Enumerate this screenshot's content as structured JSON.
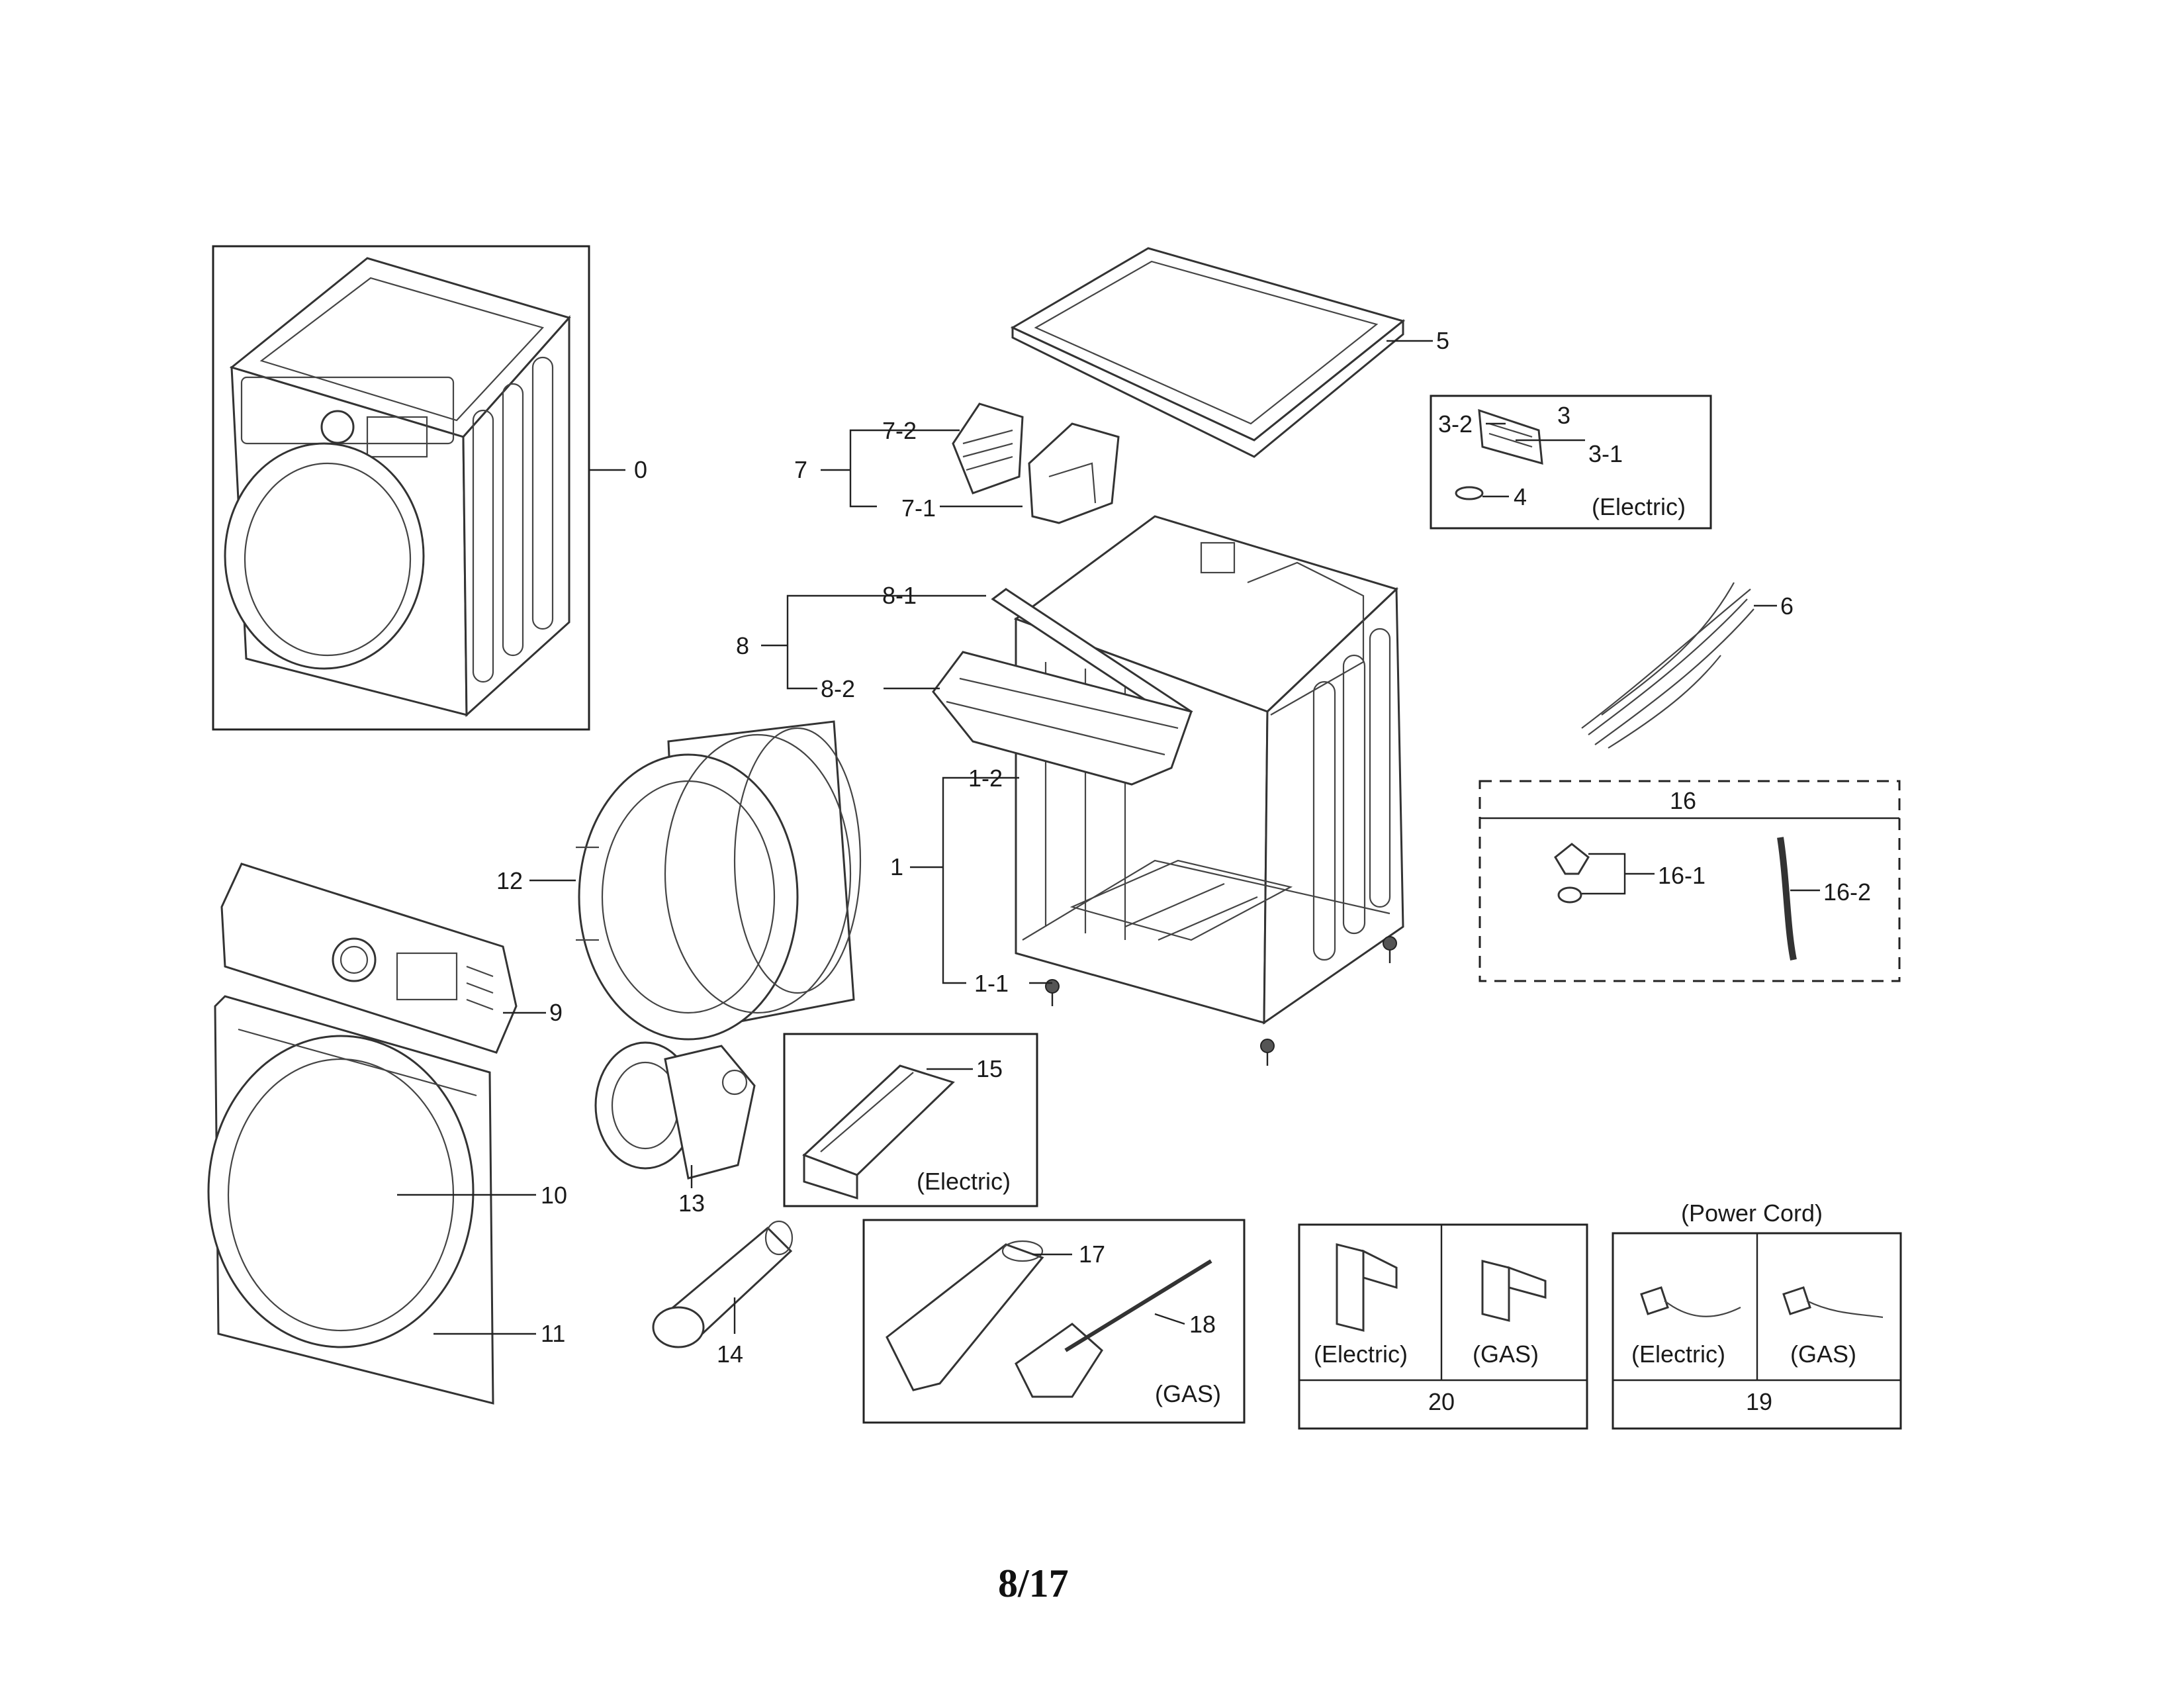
{
  "page": {
    "number": "8/17"
  },
  "colors": {
    "ink": "#222222",
    "background": "#ffffff"
  },
  "callouts": {
    "c0": "0",
    "c1": "1",
    "c1_1": "1-1",
    "c1_2": "1-2",
    "c3": "3",
    "c3_1": "3-1",
    "c3_2": "3-2",
    "c4": "4",
    "c5": "5",
    "c6": "6",
    "c7": "7",
    "c7_1": "7-1",
    "c7_2": "7-2",
    "c8": "8",
    "c8_1": "8-1",
    "c8_2": "8-2",
    "c9": "9",
    "c10": "10",
    "c11": "11",
    "c12": "12",
    "c13": "13",
    "c14": "14",
    "c15": "15",
    "c16": "16",
    "c16_1": "16-1",
    "c16_2": "16-2",
    "c17": "17",
    "c18": "18",
    "c19": "19",
    "c20": "20"
  },
  "variants": {
    "box3": "(Electric)",
    "box15": "(Electric)",
    "box17_18": "(GAS)",
    "box20_left": "(Electric)",
    "box20_right": "(GAS)",
    "box19_left": "(Electric)",
    "box19_right": "(GAS)",
    "box19_title": "(Power Cord)"
  }
}
